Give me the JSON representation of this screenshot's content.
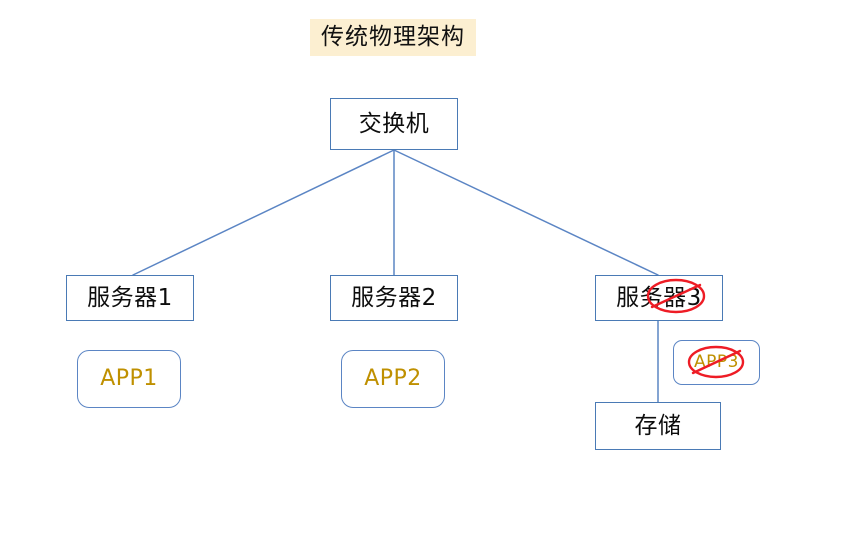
{
  "diagram": {
    "title": "传统物理架构",
    "title_bg_color": "#FCEFD1",
    "node_border_color": "#4A7AB5",
    "edge_color": "#5B85C4",
    "app_text_color": "#BF9000",
    "strike_color": "#EE1C25",
    "nodes": {
      "switch": {
        "label": "交换机",
        "shape": "rectangle"
      },
      "server1": {
        "label": "服务器1",
        "shape": "rectangle"
      },
      "server2": {
        "label": "服务器2",
        "shape": "rectangle"
      },
      "server3": {
        "label": "服务器3",
        "shape": "rectangle"
      },
      "storage": {
        "label": "存储",
        "shape": "rectangle"
      },
      "app1": {
        "label": "APP1",
        "shape": "rounded-rectangle"
      },
      "app2": {
        "label": "APP2",
        "shape": "rounded-rectangle"
      },
      "app3": {
        "label": "APP3",
        "shape": "rounded-rectangle",
        "state": "crossed-out"
      }
    },
    "annotations": [
      {
        "name": "server3-strikeout",
        "target": "server3",
        "mark": "red-ellipse-slash"
      },
      {
        "name": "app3-strikeout",
        "target": "app3",
        "mark": "red-ellipse-slash"
      }
    ],
    "edges": [
      {
        "from": "switch",
        "to": "server1"
      },
      {
        "from": "switch",
        "to": "server2"
      },
      {
        "from": "switch",
        "to": "server3"
      },
      {
        "from": "server3",
        "to": "storage"
      }
    ]
  }
}
